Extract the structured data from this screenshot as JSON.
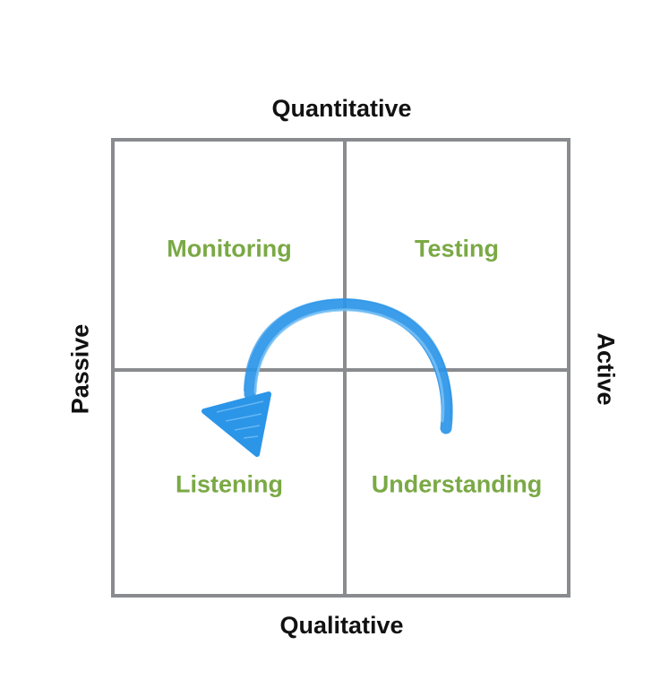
{
  "axes": {
    "top": "Quantitative",
    "bottom": "Qualitative",
    "left": "Passive",
    "right": "Active"
  },
  "quadrants": [
    {
      "label": "Monitoring"
    },
    {
      "label": "Testing"
    },
    {
      "label": "Listening"
    },
    {
      "label": "Understanding"
    }
  ],
  "colors": {
    "grid": "#8a8b8e",
    "quadrant_text": "#7aa945",
    "axis_text": "#111111",
    "arrow": "#2b95e8"
  },
  "arrow": {
    "icon": "curved-arrow-icon",
    "direction": "counter-clockwise from Understanding to Listening"
  }
}
